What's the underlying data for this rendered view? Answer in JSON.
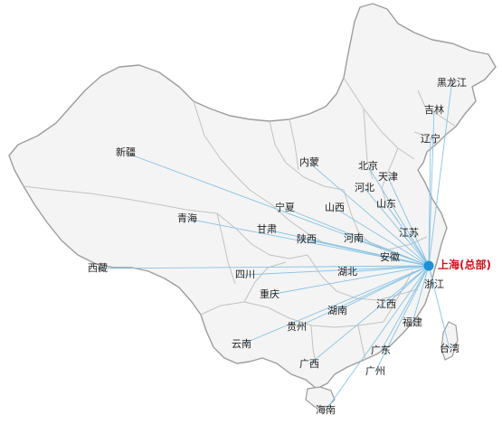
{
  "colors": {
    "route": "#86c3e6",
    "hub": "#1e90d8",
    "hq_text": "#d0121b",
    "region_fill": "#f4f4f4",
    "outline": "#9d9d9d"
  },
  "hq": {
    "label": "上海(总部)",
    "name": "上海"
  },
  "provinces": [
    {
      "id": "heilongjiang",
      "label": "黑龙江"
    },
    {
      "id": "jilin",
      "label": "吉林"
    },
    {
      "id": "liaoning",
      "label": "辽宁"
    },
    {
      "id": "xinjiang",
      "label": "新疆"
    },
    {
      "id": "neimenggu",
      "label": "内蒙"
    },
    {
      "id": "beijing",
      "label": "北京"
    },
    {
      "id": "tianjin",
      "label": "天津"
    },
    {
      "id": "hebei",
      "label": "河北"
    },
    {
      "id": "shandong",
      "label": "山东"
    },
    {
      "id": "ningxia",
      "label": "宁夏"
    },
    {
      "id": "shanxi",
      "label": "山西"
    },
    {
      "id": "qinghai",
      "label": "青海"
    },
    {
      "id": "gansu",
      "label": "甘肃"
    },
    {
      "id": "shaanxi",
      "label": "陕西"
    },
    {
      "id": "henan",
      "label": "河南"
    },
    {
      "id": "jiangsu",
      "label": "江苏"
    },
    {
      "id": "anhui",
      "label": "安徽"
    },
    {
      "id": "xizang",
      "label": "西藏"
    },
    {
      "id": "sichuan",
      "label": "四川"
    },
    {
      "id": "hubei",
      "label": "湖北"
    },
    {
      "id": "zhejiang",
      "label": "浙江"
    },
    {
      "id": "chongqing",
      "label": "重庆"
    },
    {
      "id": "hunan",
      "label": "湖南"
    },
    {
      "id": "jiangxi",
      "label": "江西"
    },
    {
      "id": "guizhou",
      "label": "贵州"
    },
    {
      "id": "fujian",
      "label": "福建"
    },
    {
      "id": "yunnan",
      "label": "云南"
    },
    {
      "id": "guangdong",
      "label": "广东"
    },
    {
      "id": "taiwan",
      "label": "台湾"
    },
    {
      "id": "guangxi",
      "label": "广西"
    },
    {
      "id": "guangzhou",
      "label": "广州"
    },
    {
      "id": "hainan",
      "label": "海南"
    }
  ]
}
